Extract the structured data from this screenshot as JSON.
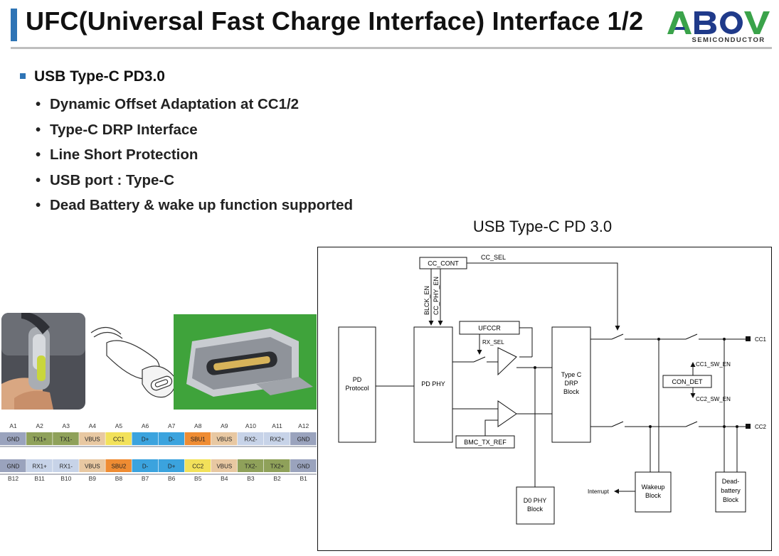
{
  "header": {
    "title": "UFC(Universal Fast Charge Interface) Interface 1/2",
    "logo_text": "ABOV",
    "logo_sub": "SEMICONDUCTOR",
    "accent_color": "#2e74b5",
    "logo_color": "#3aa34a",
    "logo_dark": "#1f3a8a"
  },
  "section": {
    "heading": "USB Type-C PD3.0",
    "bullets": [
      "Dynamic Offset Adaptation at CC1/2",
      "Type-C DRP Interface",
      "Line Short Protection",
      "USB port : Type-C",
      "Dead Battery  & wake up function supported"
    ]
  },
  "pinout": {
    "top_ids": [
      "A1",
      "A2",
      "A3",
      "A4",
      "A5",
      "A6",
      "A7",
      "A8",
      "A9",
      "A10",
      "A11",
      "A12"
    ],
    "top_names": [
      "GND",
      "TX1+",
      "TX1-",
      "VBUS",
      "CC1",
      "D+",
      "D-",
      "SBU1",
      "VBUS",
      "RX2-",
      "RX2+",
      "GND"
    ],
    "top_colors": [
      "#9aa3bd",
      "#8fa15a",
      "#8fa15a",
      "#e8c8a2",
      "#f2e15a",
      "#3ba3de",
      "#3ba3de",
      "#ef8c33",
      "#e8c8a2",
      "#c7d3e8",
      "#c7d3e8",
      "#9aa3bd"
    ],
    "bottom_names": [
      "GND",
      "RX1+",
      "RX1-",
      "VBUS",
      "SBU2",
      "D-",
      "D+",
      "CC2",
      "VBUS",
      "TX2-",
      "TX2+",
      "GND"
    ],
    "bottom_colors": [
      "#9aa3bd",
      "#c7d3e8",
      "#c7d3e8",
      "#e8c8a2",
      "#ef8c33",
      "#3ba3de",
      "#3ba3de",
      "#f2e15a",
      "#e8c8a2",
      "#8fa15a",
      "#8fa15a",
      "#9aa3bd"
    ],
    "bottom_ids": [
      "B12",
      "B11",
      "B10",
      "B9",
      "B8",
      "B7",
      "B6",
      "B5",
      "B4",
      "B3",
      "B2",
      "B1"
    ]
  },
  "diagram": {
    "title": "USB Type-C PD 3.0",
    "cc_cont": "CC_CONT",
    "cc_sel": "CC_SEL",
    "blck_en": "BLCK_EN",
    "cc_phy_en": "CC_PHY_EN",
    "pd_protocol_1": "PD",
    "pd_protocol_2": "Protocol",
    "pd_phy": "PD PHY",
    "ufccr": "UFCCR",
    "rx_sel": "RX_SEL",
    "typec_1": "Type C",
    "typec_2": "DRP",
    "typec_3": "Block",
    "cc1": "CC1",
    "cc2": "CC2",
    "cc1_sw_en": "CC1_SW_EN",
    "cc2_sw_en": "CC2_SW_EN",
    "con_det": "CON_DET",
    "bmc_tx_ref": "BMC_TX_REF",
    "d0_phy_1": "D0 PHY",
    "d0_phy_2": "Block",
    "interrupt": "Interrupt",
    "wakeup_1": "Wakeup",
    "wakeup_2": "Block",
    "dead_1": "Dead-",
    "dead_2": "battery",
    "dead_3": "Block"
  }
}
